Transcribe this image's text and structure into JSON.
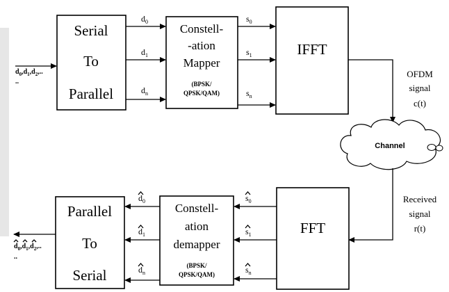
{
  "transmitter": {
    "serial_to_parallel": [
      "Serial",
      "To",
      "Parallel"
    ],
    "mapper": {
      "lines": [
        "Constell-",
        "-ation",
        "Mapper"
      ],
      "modes": [
        "(BPSK/",
        "QPSK/QAM)"
      ]
    },
    "ifft": "IFFT",
    "input_label": "d0,d1,d2,..",
    "input_parts": [
      "d",
      "0",
      ",",
      "d",
      "1",
      ",",
      "d",
      "2",
      ",.."
    ],
    "input_cont": "..",
    "data_labels": [
      {
        "base": "d",
        "sub": "0"
      },
      {
        "base": "d",
        "sub": "1"
      },
      {
        "base": "d",
        "sub": "n"
      }
    ],
    "symbol_labels": [
      {
        "base": "s",
        "sub": "0"
      },
      {
        "base": "s",
        "sub": "1"
      },
      {
        "base": "s",
        "sub": "n"
      }
    ]
  },
  "channel": {
    "ofdm_signal": [
      "OFDM",
      "signal",
      "c(t)"
    ],
    "cloud_label": "Channel",
    "received_signal": [
      "Received",
      "signal",
      "r(t)"
    ]
  },
  "receiver": {
    "fft": "FFT",
    "demapper": {
      "lines": [
        "Constell-",
        "ation",
        "demapper"
      ],
      "modes": [
        "(BPSK/",
        "QPSK/QAM)"
      ]
    },
    "parallel_to_serial": [
      "Parallel",
      "To",
      "Serial"
    ],
    "output_label": "d0,d1,d2,..",
    "output_parts": [
      "d",
      "0",
      ",",
      "d",
      "1",
      ",",
      "d",
      "2",
      ",.."
    ],
    "output_cont": "..",
    "symbol_labels": [
      {
        "base": "s",
        "sub": "0"
      },
      {
        "base": "s",
        "sub": "1"
      },
      {
        "base": "s",
        "sub": "n"
      }
    ],
    "data_labels": [
      {
        "base": "d",
        "sub": "0"
      },
      {
        "base": "d",
        "sub": "1"
      },
      {
        "base": "d",
        "sub": "n"
      }
    ]
  }
}
